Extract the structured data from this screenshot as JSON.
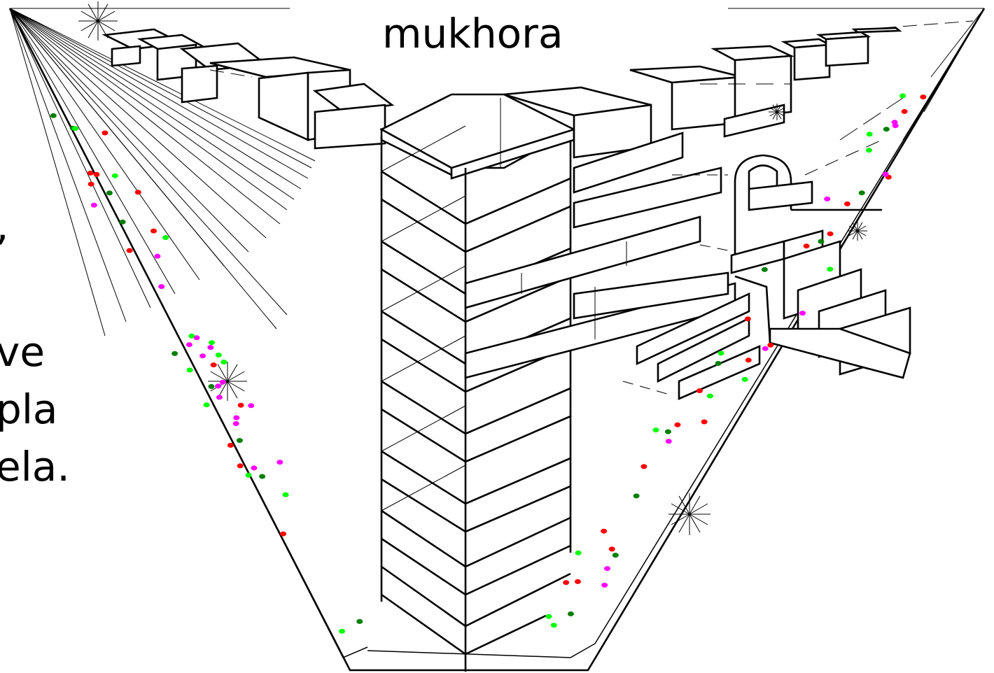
{
  "title": "mukhora",
  "side_text": [
    ",",
    "ve",
    "pla",
    "ela."
  ],
  "colors": {
    "line": "#000000",
    "background": "#ffffff",
    "dot_red": "#ff0000",
    "dot_green": "#00ff00",
    "dot_darkgreen": "#008000",
    "dot_magenta": "#ff00ff"
  },
  "icons": [
    "vanishing-point-star-icon"
  ]
}
